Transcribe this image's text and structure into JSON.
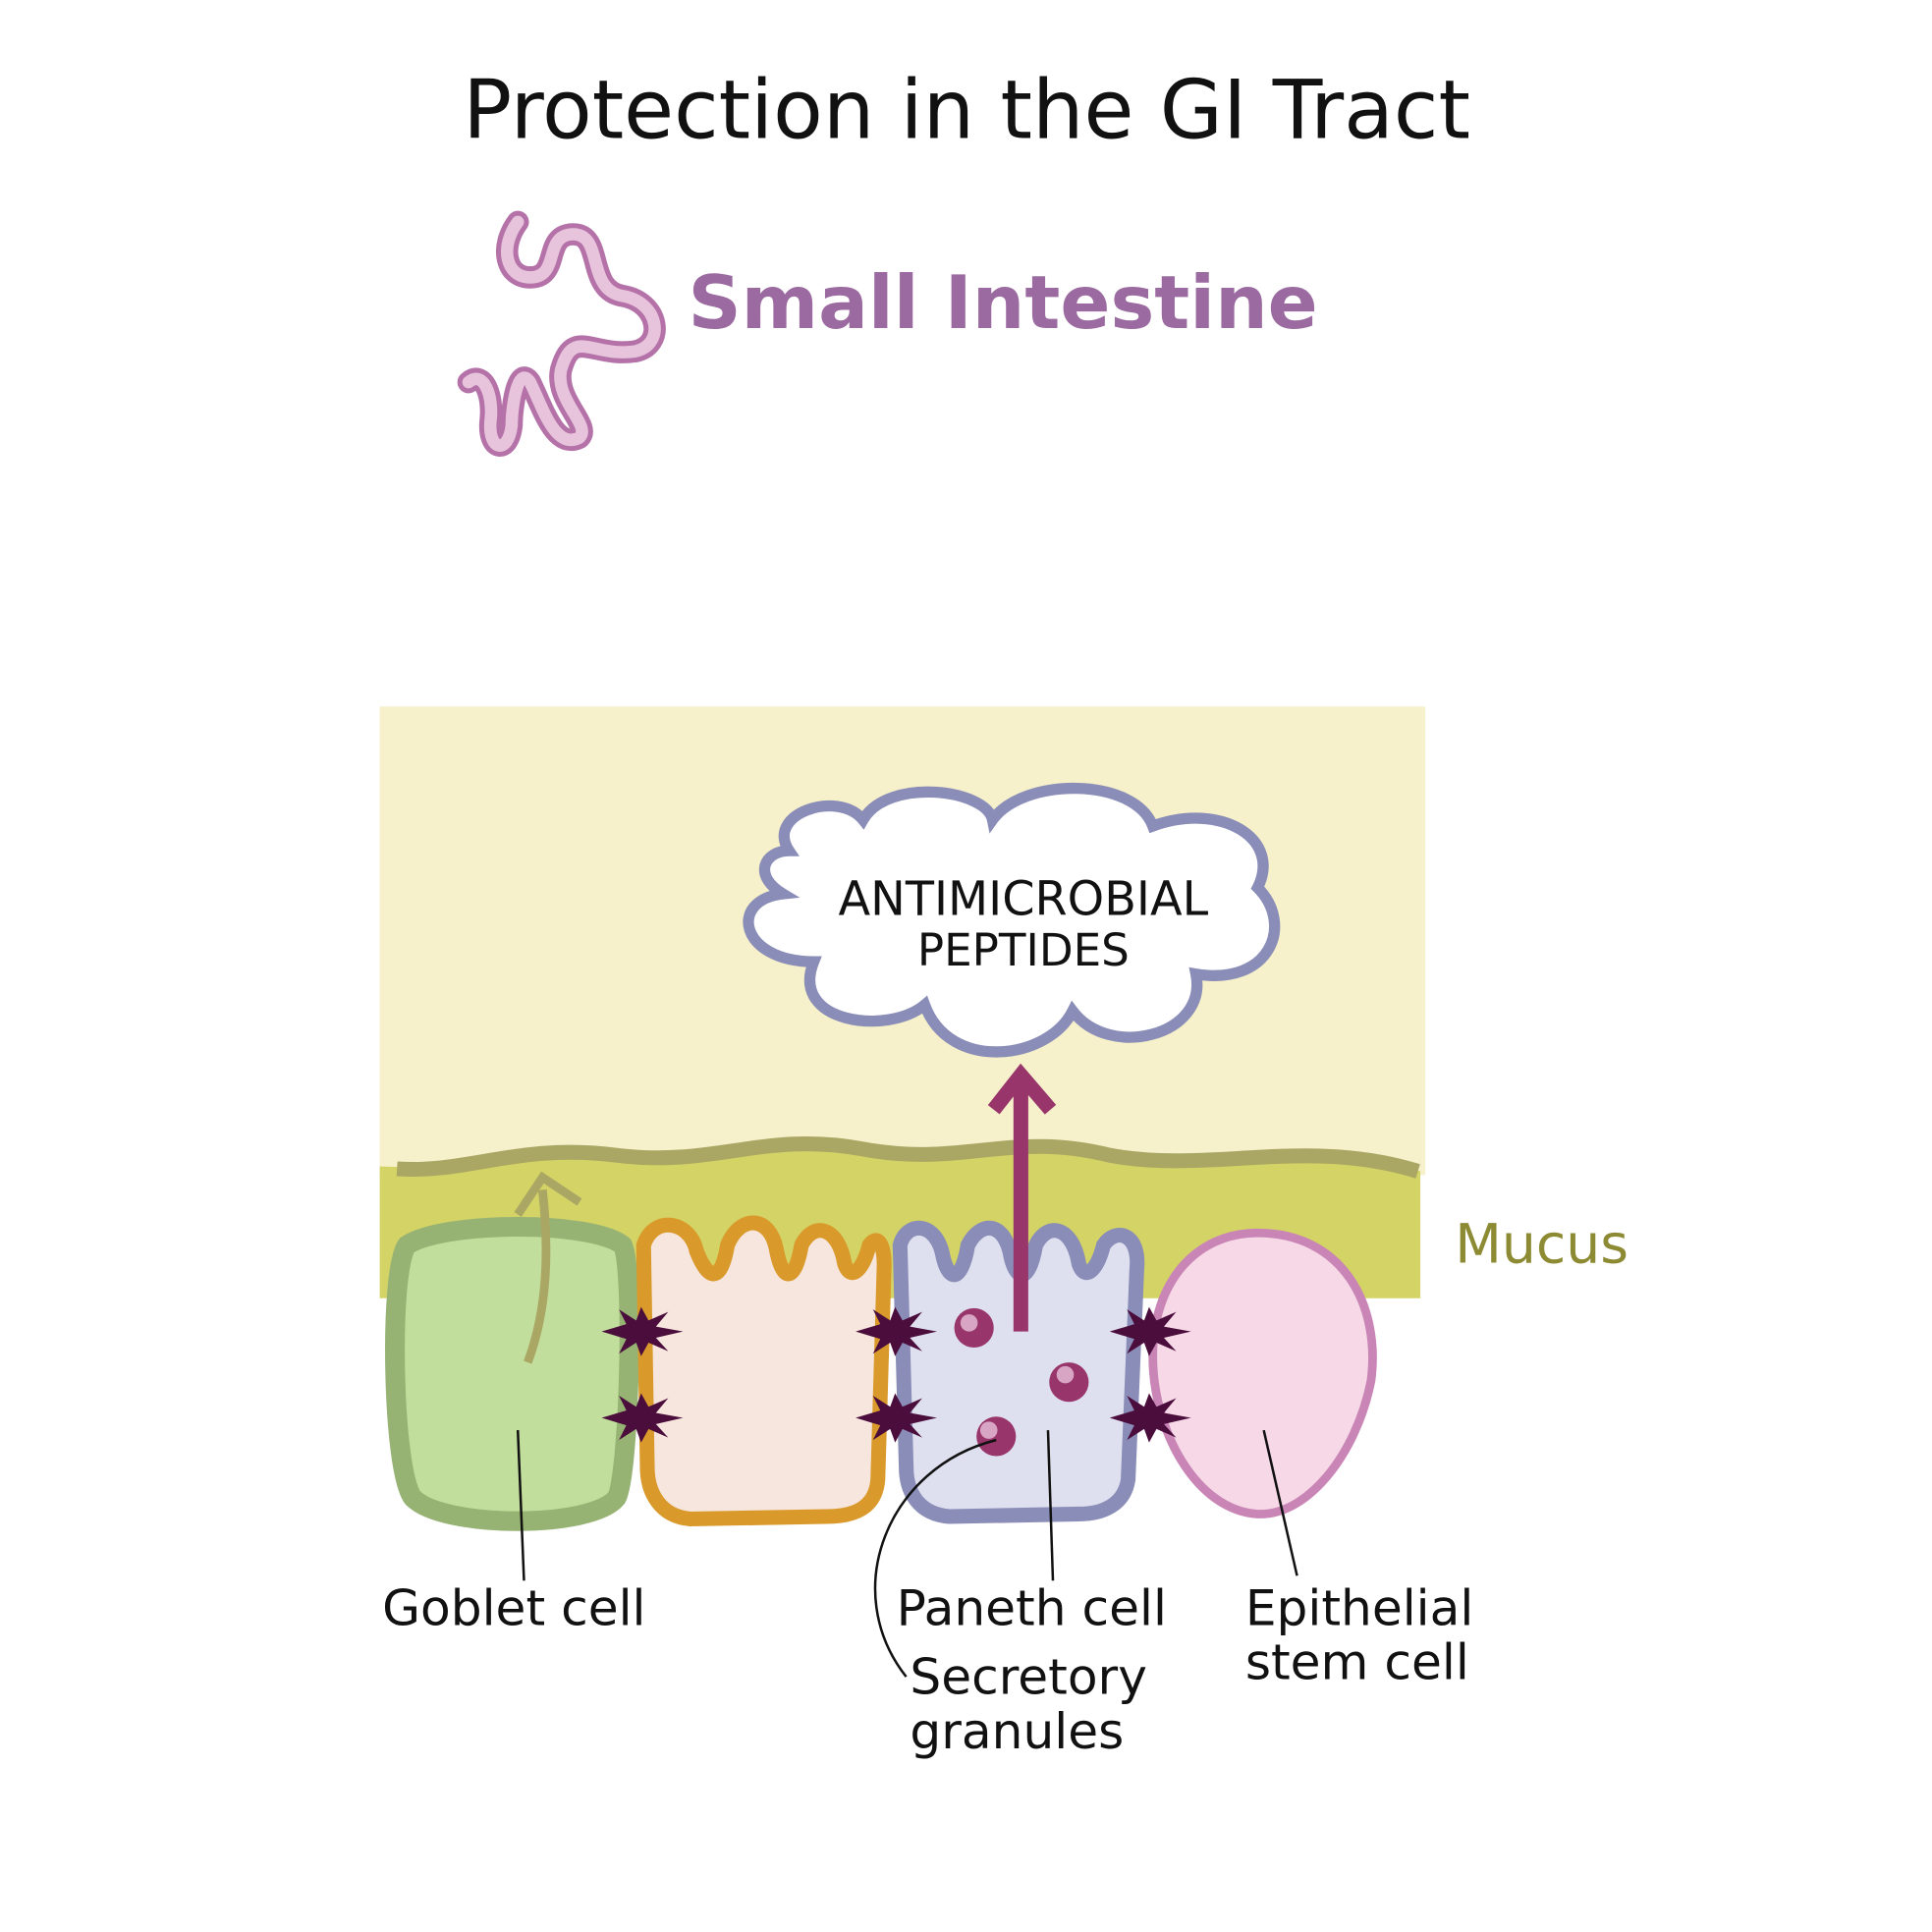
{
  "title": "Protection in the GI Tract",
  "organ": {
    "label": "Small Intestine",
    "icon": "small-intestine-icon",
    "color": "#9b6aa0"
  },
  "cloud": {
    "line1": "Antimicrobial",
    "line2": "Peptides"
  },
  "labels": {
    "mucus": "Mucus",
    "goblet": "Goblet cell",
    "paneth": "Paneth cell",
    "granules_1": "Secretory",
    "granules_2": "granules",
    "stem_1": "Epithelial",
    "stem_2": "stem cell"
  },
  "colors": {
    "lumen": "#f6f0cb",
    "mucus": "#d4d366",
    "mucus_label": "#8c8a33",
    "goblet": "#c2de9c",
    "goblet_border": "#97b374",
    "enterocyte": "#f7e6de",
    "enterocyte_border": "#d99a2b",
    "paneth": "#dfe0ef",
    "paneth_border": "#8a8db7",
    "stem": "#f6d8e7",
    "stem_border": "#c985b5",
    "arrow": "#98356b",
    "junction": "#4a0d3c"
  }
}
